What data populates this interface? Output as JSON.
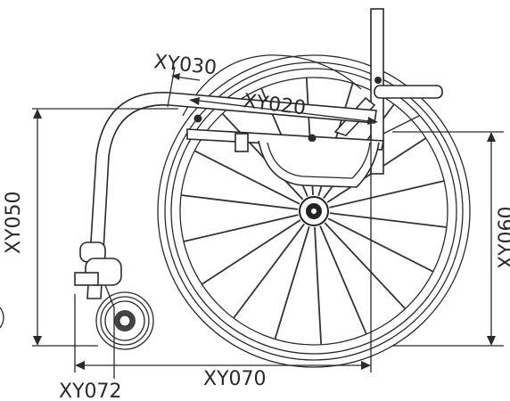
{
  "dimensions": {
    "seat_depth_offset": "XY030",
    "seat_depth": "XY020",
    "front_seat_height": "XY050",
    "rear_seat_height": "XY060",
    "overall_length": "XY070",
    "caster_offset": "XY072"
  },
  "icons": {
    "rear_wheel": "rear-wheel-icon",
    "caster_wheel": "caster-wheel-icon",
    "backrest": "backrest-icon"
  },
  "colors": {
    "line": "#2a2a2a",
    "background": "#ffffff"
  }
}
